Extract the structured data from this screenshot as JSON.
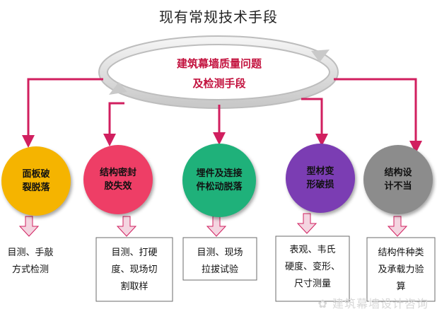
{
  "title": "现有常规技术手段",
  "center": {
    "line1": "建筑幕墙质量问题",
    "line2": "及检测手段"
  },
  "problems": [
    {
      "label": "面板破\n裂脱落",
      "color": "#f5b400",
      "method": "目测、手敲\n方式检测"
    },
    {
      "label": "结构密封\n胶失效",
      "color": "#ee3e66",
      "method": "目测、打硬\n度、现场切\n割取样"
    },
    {
      "label": "埋件及连接\n件松动脱落",
      "color": "#1fb17a",
      "method": "目测、现场\n拉拔试验"
    },
    {
      "label": "型材变\n形破损",
      "color": "#7b3db3",
      "method": "表观、韦氏\n硬度、变形、\n尺寸测量"
    },
    {
      "label": "结构设\n计不当",
      "color": "#8c8c8c",
      "method": "结构件种类\n及承载力验\n算"
    }
  ],
  "watermark": "建筑幕墙设计咨询",
  "colors": {
    "accent": "#d11f5f",
    "arrow_fill": "#e8b4c6",
    "circle_shadow": "#000000"
  }
}
